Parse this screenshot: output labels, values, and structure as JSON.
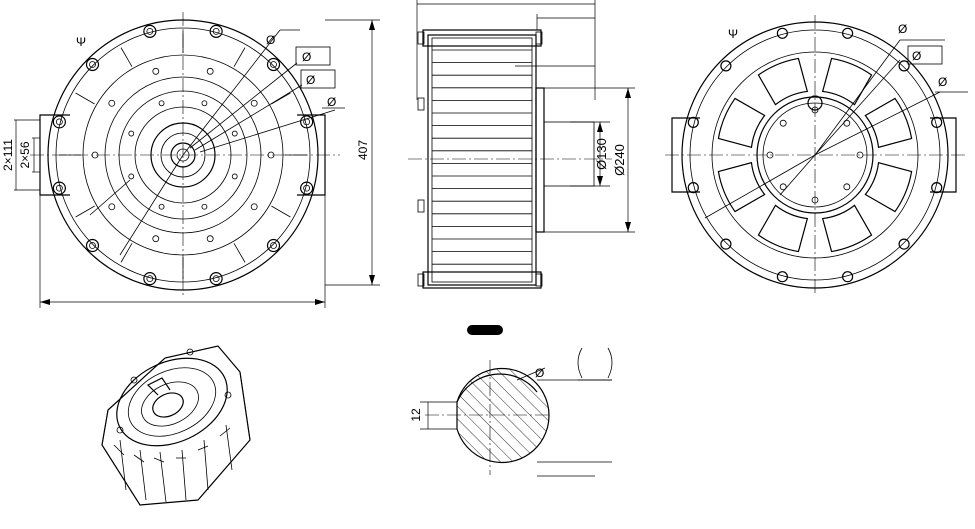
{
  "dimensions": {
    "front_height": "407",
    "front_2x111": "2×111",
    "front_2x56": "2×56",
    "side_d130": "Ø130",
    "side_d240": "Ø240",
    "shaft_12": "12"
  },
  "symbols": {
    "diameter": "Ø",
    "datum_front": "Ψ",
    "datum_rear": "Ψ"
  },
  "colors": {
    "line": "#000000",
    "background": "#ffffff"
  }
}
